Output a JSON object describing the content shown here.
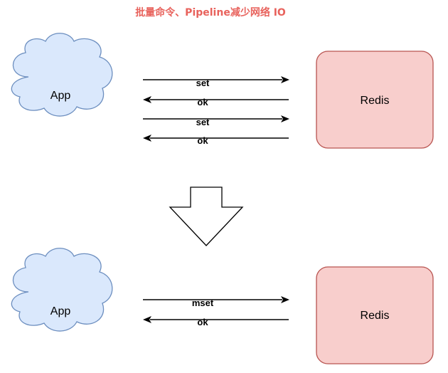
{
  "title": "批量命令、Pipeline减少网络 IO",
  "top": {
    "app_label": "App",
    "redis_label": "Redis",
    "messages": [
      {
        "label": "set",
        "direction": "to-redis"
      },
      {
        "label": "ok",
        "direction": "to-app"
      },
      {
        "label": "set",
        "direction": "to-redis"
      },
      {
        "label": "ok",
        "direction": "to-app"
      }
    ]
  },
  "bottom": {
    "app_label": "App",
    "redis_label": "Redis",
    "messages": [
      {
        "label": "mset",
        "direction": "to-redis"
      },
      {
        "label": "ok",
        "direction": "to-app"
      }
    ]
  },
  "colors": {
    "title": "#e8625c",
    "cloud_fill": "#dae8fc",
    "cloud_stroke": "#6c8ebf",
    "redis_fill": "#f8cecc",
    "redis_stroke": "#b85450"
  }
}
